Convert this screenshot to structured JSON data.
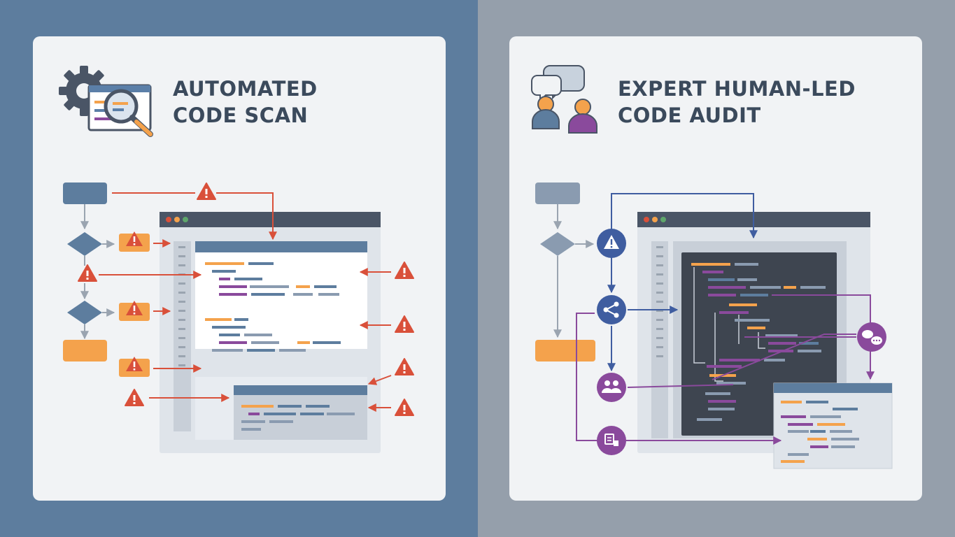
{
  "panels": {
    "automated": {
      "title_line1": "AUTOMATED",
      "title_line2": "CODE SCAN",
      "header_icon": "gear-magnifier-icon"
    },
    "human": {
      "title_line1": "EXPERT HUMAN-LED",
      "title_line2": "CODE AUDIT",
      "header_icon": "people-chat-icon"
    }
  },
  "icons": {
    "warning": "warning-icon",
    "branch": "branch-icon",
    "team": "team-icon",
    "review": "review-icon",
    "chat": "chat-bubbles-icon"
  },
  "colors": {
    "left_background": "#5d7d9e",
    "right_background": "#959fab",
    "card": "#f1f3f5",
    "title_text": "#3b4a5c",
    "alert_red": "#d9503a",
    "orange": "#f4a24c",
    "navy": "#3f5da0",
    "purple": "#8a4a9c",
    "window_bar": "#4a5566",
    "code_dark": "#3e4550"
  }
}
